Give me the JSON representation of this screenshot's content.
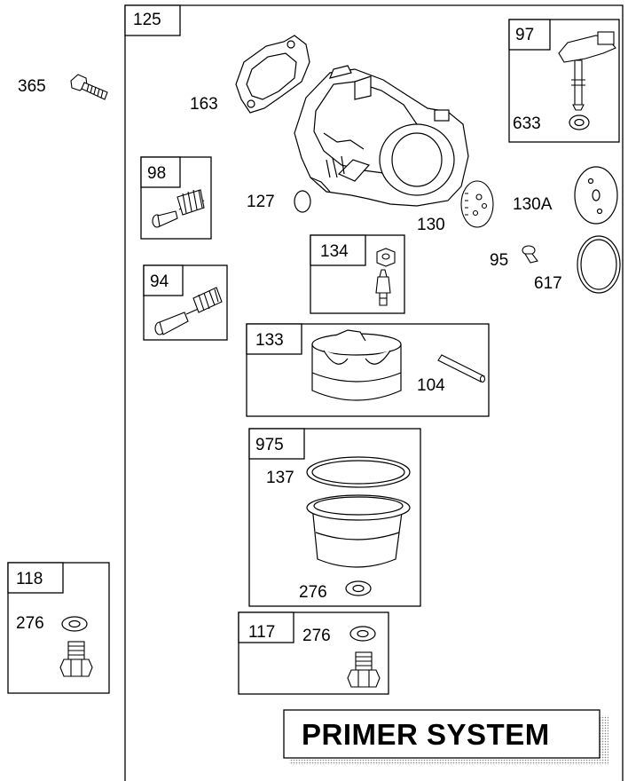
{
  "main_assembly": {
    "ref": "125"
  },
  "standalone_parts": {
    "bolt": "365"
  },
  "carburetor_parts": {
    "gasket": "163",
    "welch_plug": "127",
    "primer_disc": "130",
    "primer_cover": "130A",
    "screw": "95",
    "o_ring": "617"
  },
  "kits": {
    "k97": {
      "ref": "97",
      "items": [
        "633"
      ]
    },
    "k98": {
      "ref": "98"
    },
    "k94": {
      "ref": "94"
    },
    "k134": {
      "ref": "134"
    },
    "k133": {
      "ref": "133",
      "items": [
        "104"
      ]
    },
    "k975": {
      "ref": "975",
      "items": [
        "137",
        "276"
      ]
    },
    "k118": {
      "ref": "118",
      "items": [
        "276"
      ]
    },
    "k117": {
      "ref": "117",
      "items": [
        "276"
      ]
    }
  },
  "title": "PRIMER SYSTEM"
}
